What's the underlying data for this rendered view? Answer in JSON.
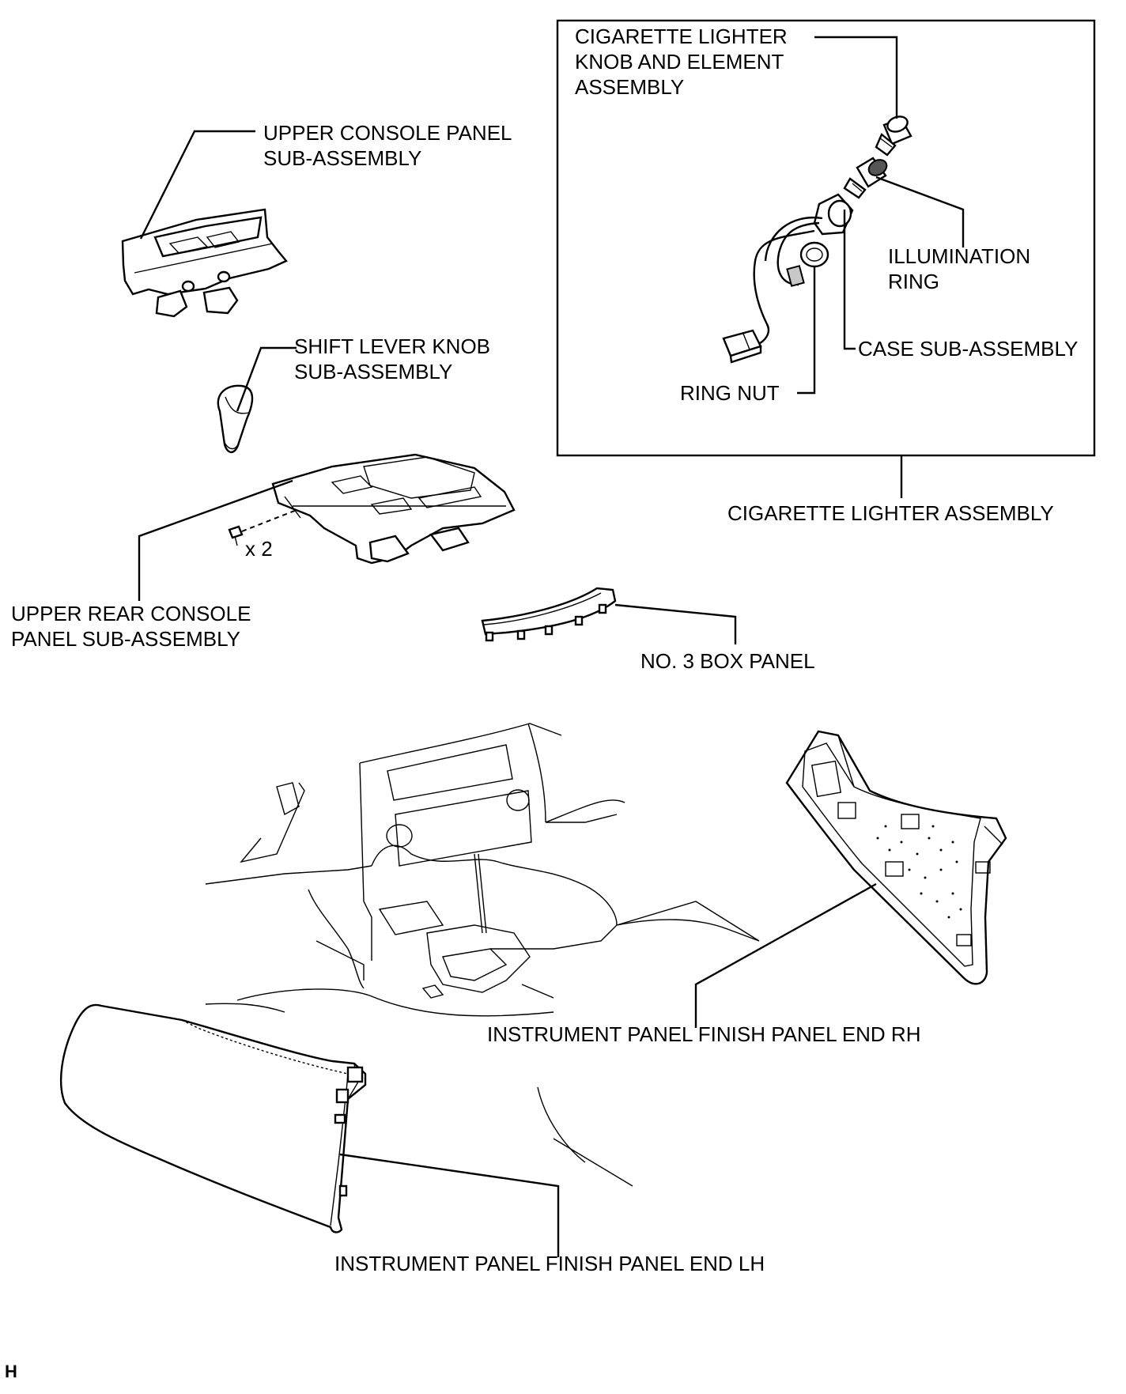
{
  "labels": {
    "upper_console_panel": [
      "UPPER CONSOLE PANEL",
      "SUB-ASSEMBLY"
    ],
    "shift_lever_knob": [
      "SHIFT LEVER KNOB",
      "SUB-ASSEMBLY"
    ],
    "fastener_count": "x 2",
    "upper_rear_console_panel": [
      "UPPER REAR CONSOLE",
      "PANEL SUB-ASSEMBLY"
    ],
    "no3_box_panel": "NO. 3 BOX PANEL",
    "cigarette_lighter_knob": [
      "CIGARETTE LIGHTER",
      "KNOB AND ELEMENT",
      "ASSEMBLY"
    ],
    "illumination_ring": [
      "ILLUMINATION",
      "RING"
    ],
    "case_sub_assembly": "CASE SUB-ASSEMBLY",
    "ring_nut": "RING NUT",
    "cigarette_lighter_assembly": "CIGARETTE LIGHTER ASSEMBLY",
    "finish_panel_rh": "INSTRUMENT PANEL FINISH PANEL END RH",
    "finish_panel_lh": "INSTRUMENT PANEL FINISH PANEL END LH"
  },
  "corner_code": "H"
}
